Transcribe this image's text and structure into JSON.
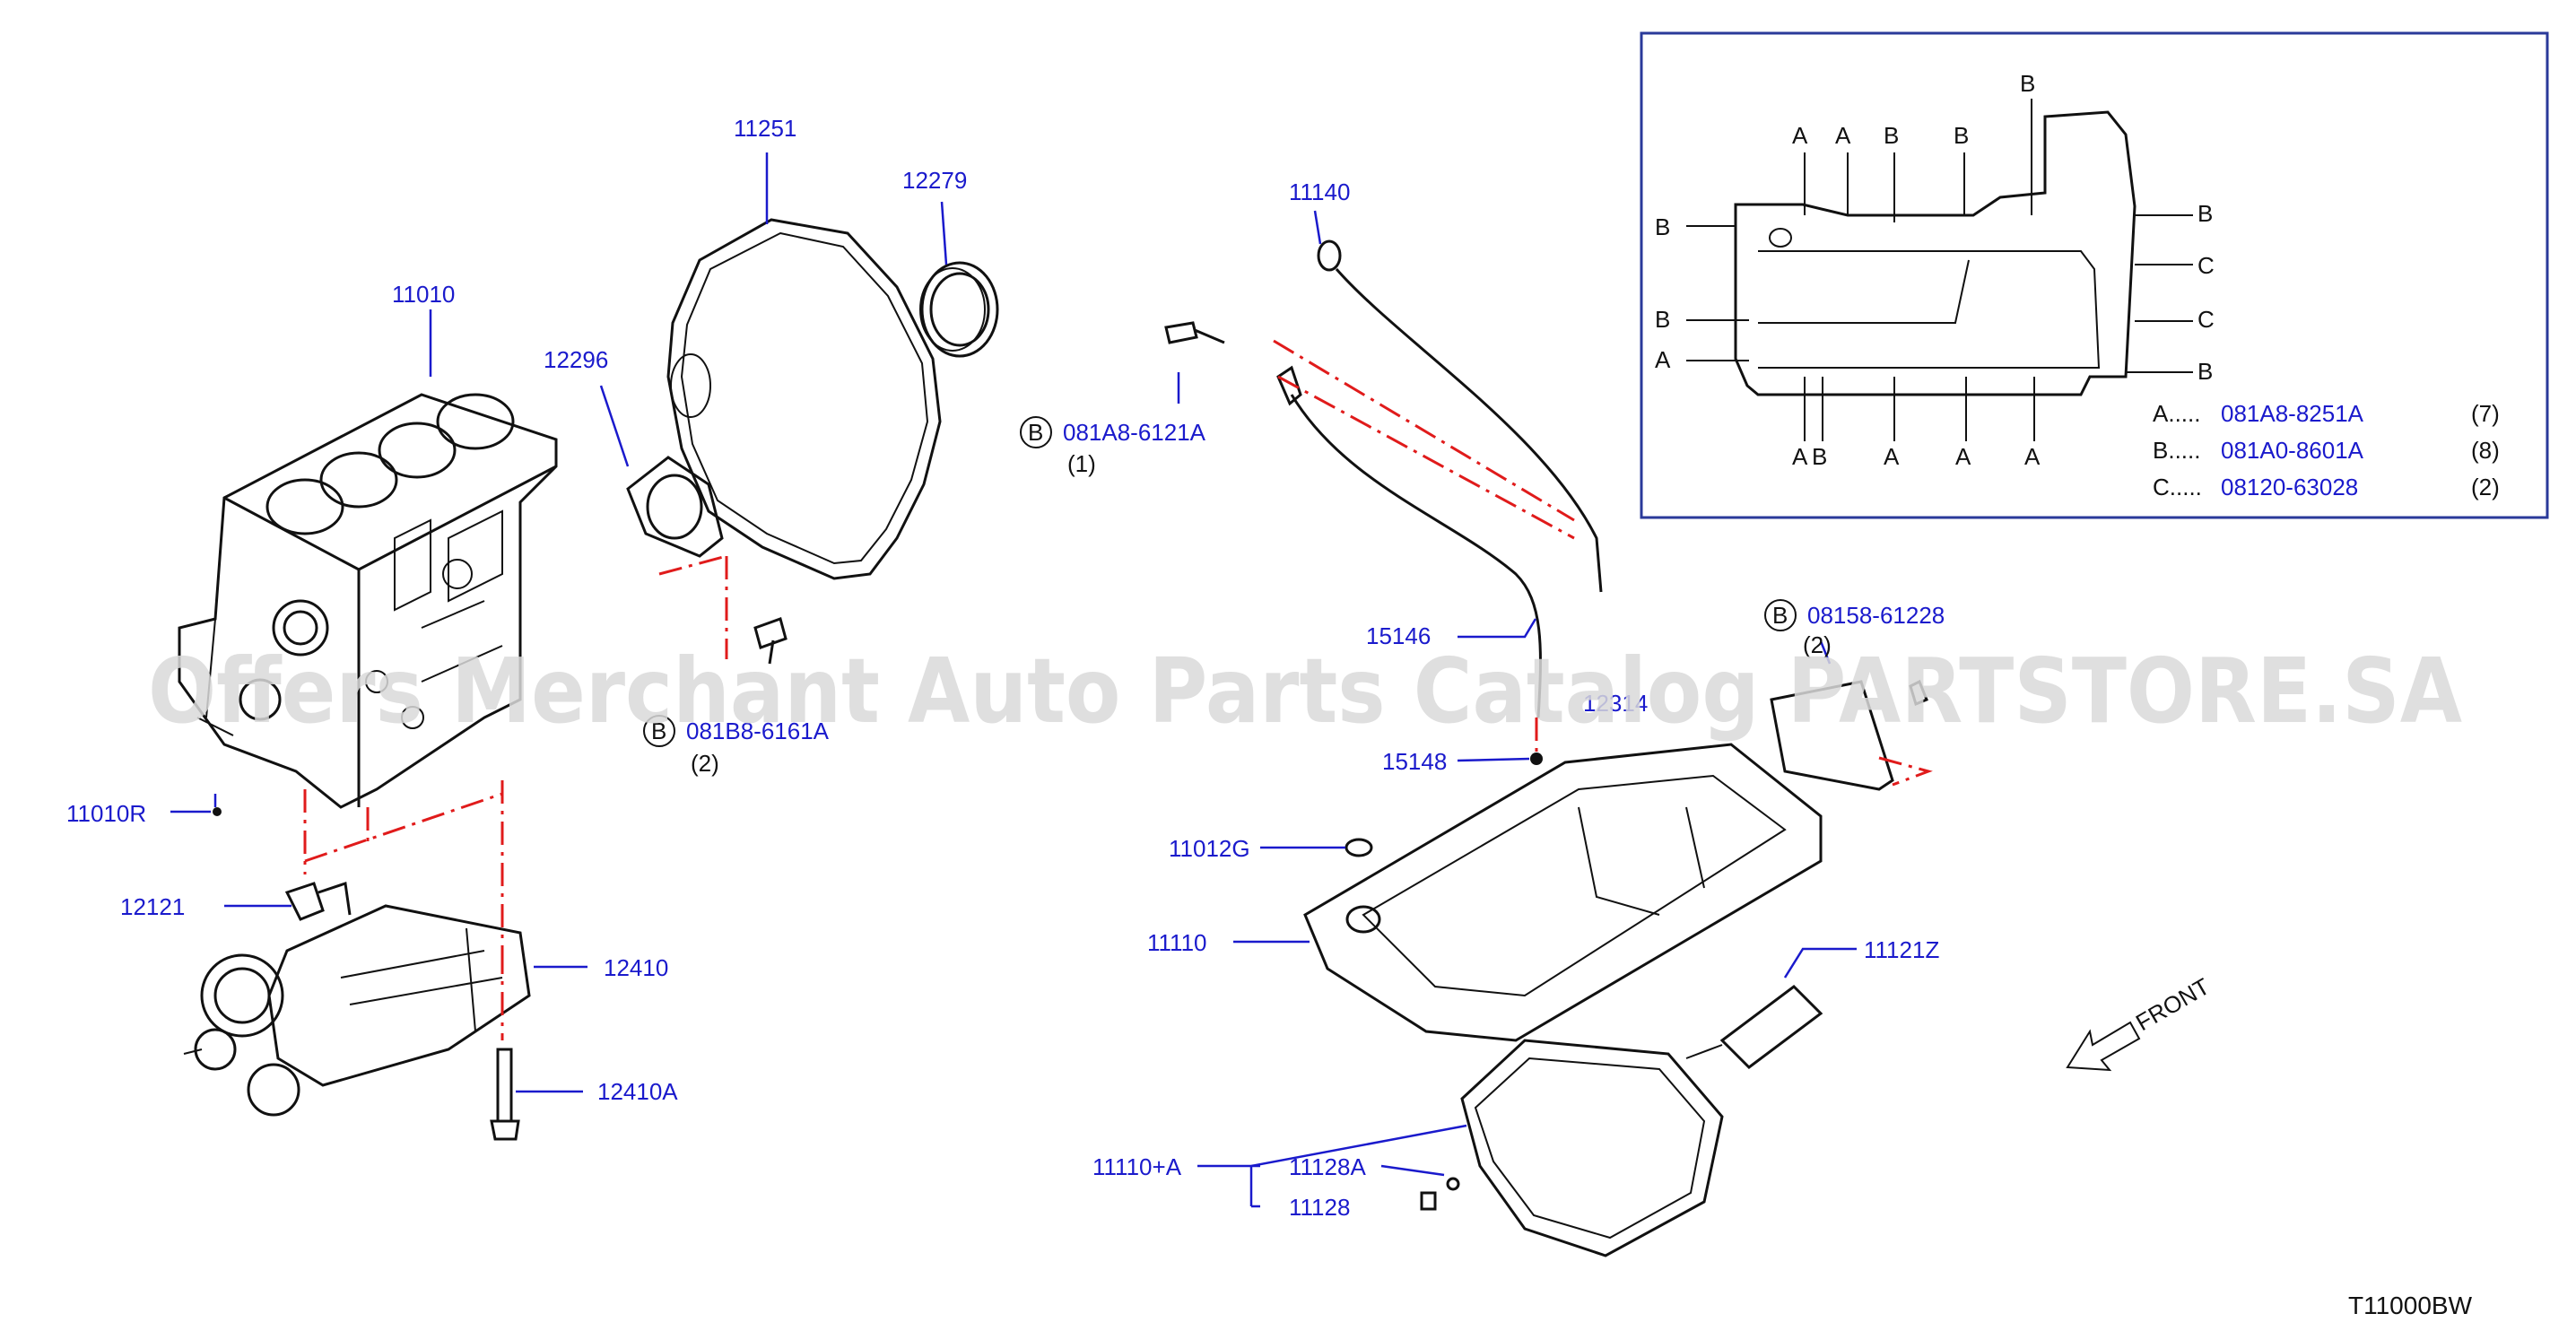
{
  "parts": {
    "p11010": "11010",
    "p11010R": "11010R",
    "p11251": "11251",
    "p12279": "12279",
    "p12296": "12296",
    "p12121": "12121",
    "p12410": "12410",
    "p12410A": "12410A",
    "p11140": "11140",
    "p15146": "15146",
    "p15148": "15148",
    "p11012G": "11012G",
    "p11110": "11110",
    "p11121Z": "11121Z",
    "p11110A": "11110+A",
    "p11128A": "11128A",
    "p11128": "11128",
    "p12314": "12314"
  },
  "bolts": {
    "b1": {
      "marker": "B",
      "code": "081A8-6121A",
      "qty": "(1)"
    },
    "b2": {
      "marker": "B",
      "code": "081B8-6161A",
      "qty": "(2)"
    },
    "b3": {
      "marker": "B",
      "code": "08158-61228",
      "qty": "(2)"
    }
  },
  "inset": {
    "top_letters": [
      "A",
      "A",
      "B",
      "B",
      "B"
    ],
    "right_letters": [
      "B",
      "C",
      "C",
      "B"
    ],
    "left_letters": [
      "B",
      "B",
      "A"
    ],
    "bottom_letters": [
      "A",
      "B",
      "A",
      "A",
      "A"
    ],
    "legend": [
      {
        "letter": "A.....",
        "code": "081A8-8251A",
        "qty": "(7)"
      },
      {
        "letter": "B.....",
        "code": "081A0-8601A",
        "qty": "(8)"
      },
      {
        "letter": "C.....",
        "code": "08120-63028",
        "qty": "(2)"
      }
    ]
  },
  "front_label": "FRONT",
  "watermark": "Offers Merchant Auto Parts Catalog PARTSTORE.SA",
  "diagram_code": "T11000BW",
  "colors": {
    "label_blue": "#1a1acc",
    "leader_red": "#e01b1b",
    "inset_border": "#2a3a9a"
  }
}
